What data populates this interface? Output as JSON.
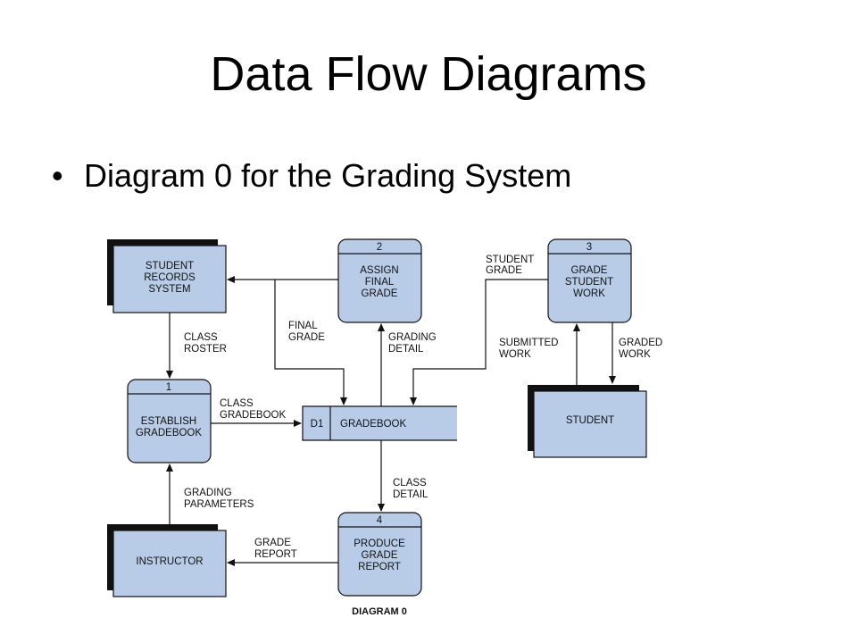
{
  "slide": {
    "title": "Data Flow Diagrams",
    "bullet": "Diagram 0 for the Grading System"
  },
  "diagram": {
    "caption": "DIAGRAM 0",
    "fill_color": "#b8cce8",
    "entities": {
      "student_records": [
        "STUDENT",
        "RECORDS",
        "SYSTEM"
      ],
      "instructor": [
        "INSTRUCTOR"
      ],
      "student": [
        "STUDENT"
      ]
    },
    "processes": {
      "p1": {
        "id": "1",
        "lines": [
          "ESTABLISH",
          "GRADEBOOK"
        ]
      },
      "p2": {
        "id": "2",
        "lines": [
          "ASSIGN",
          "FINAL",
          "GRADE"
        ]
      },
      "p3": {
        "id": "3",
        "lines": [
          "GRADE",
          "STUDENT",
          "WORK"
        ]
      },
      "p4": {
        "id": "4",
        "lines": [
          "PRODUCE",
          "GRADE",
          "REPORT"
        ]
      }
    },
    "data_store": {
      "id": "D1",
      "name": "GRADEBOOK"
    },
    "flows": {
      "class_roster": [
        "CLASS",
        "ROSTER"
      ],
      "final_grade": [
        "FINAL",
        "GRADE"
      ],
      "grading_detail": [
        "GRADING",
        "DETAIL"
      ],
      "student_grade": [
        "STUDENT",
        "GRADE"
      ],
      "class_gradebook": [
        "CLASS",
        "GRADEBOOK"
      ],
      "submitted_work": [
        "SUBMITTED",
        "WORK"
      ],
      "graded_work": [
        "GRADED",
        "WORK"
      ],
      "class_detail": [
        "CLASS",
        "DETAIL"
      ],
      "grading_parameters": [
        "GRADING",
        "PARAMETERS"
      ],
      "grade_report": [
        "GRADE",
        "REPORT"
      ]
    }
  }
}
